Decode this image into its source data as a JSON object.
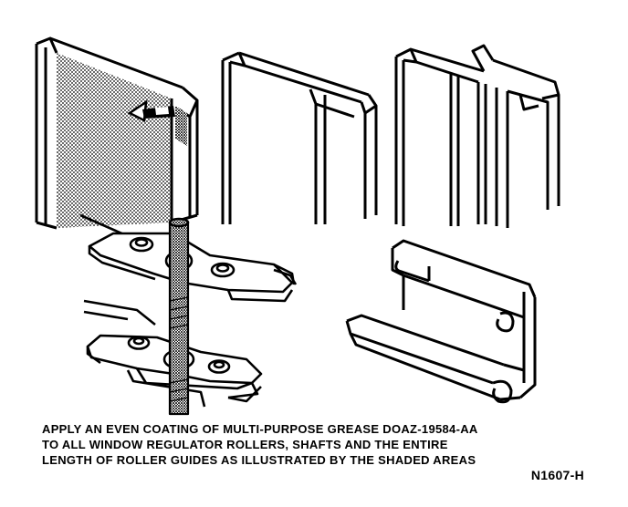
{
  "caption": {
    "lines": [
      "APPLY AN EVEN COATING OF MULTI-PURPOSE GREASE DOAZ-19584-AA",
      "TO ALL WINDOW REGULATOR ROLLERS, SHAFTS AND THE ENTIRE",
      "LENGTH OF ROLLER GUIDES AS ILLUSTRATED BY THE SHADED AREAS"
    ]
  },
  "figure_code": "N1607-H",
  "colors": {
    "ink": "#000000",
    "paper": "#ffffff"
  }
}
